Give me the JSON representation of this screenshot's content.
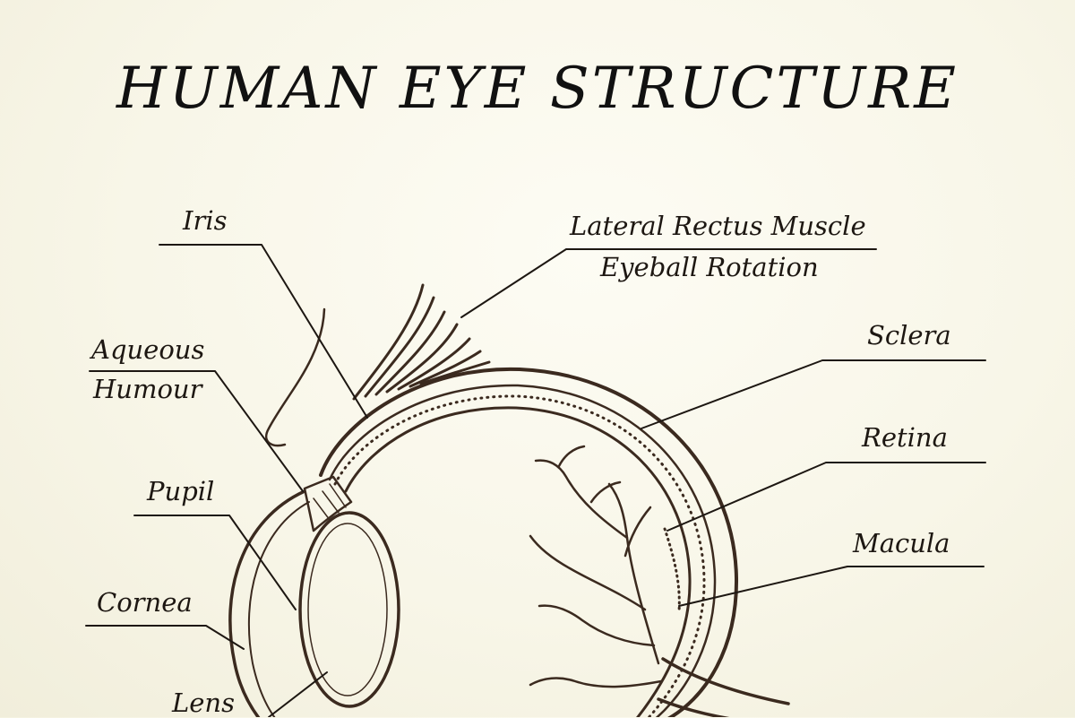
{
  "title": "HUMAN EYE STRUCTURE",
  "colors": {
    "ink": "#3b2a1f",
    "background": "#f8f6e8",
    "text": "#1d1712"
  },
  "labels": {
    "iris": "Iris",
    "aqueous_1": "Aqueous",
    "aqueous_2": "Humour",
    "pupil": "Pupil",
    "cornea": "Cornea",
    "lens": "Lens",
    "lateral_1": "Lateral Rectus Muscle",
    "lateral_2": "Eyeball Rotation",
    "sclera": "Sclera",
    "retina": "Retina",
    "macula": "Macula"
  }
}
